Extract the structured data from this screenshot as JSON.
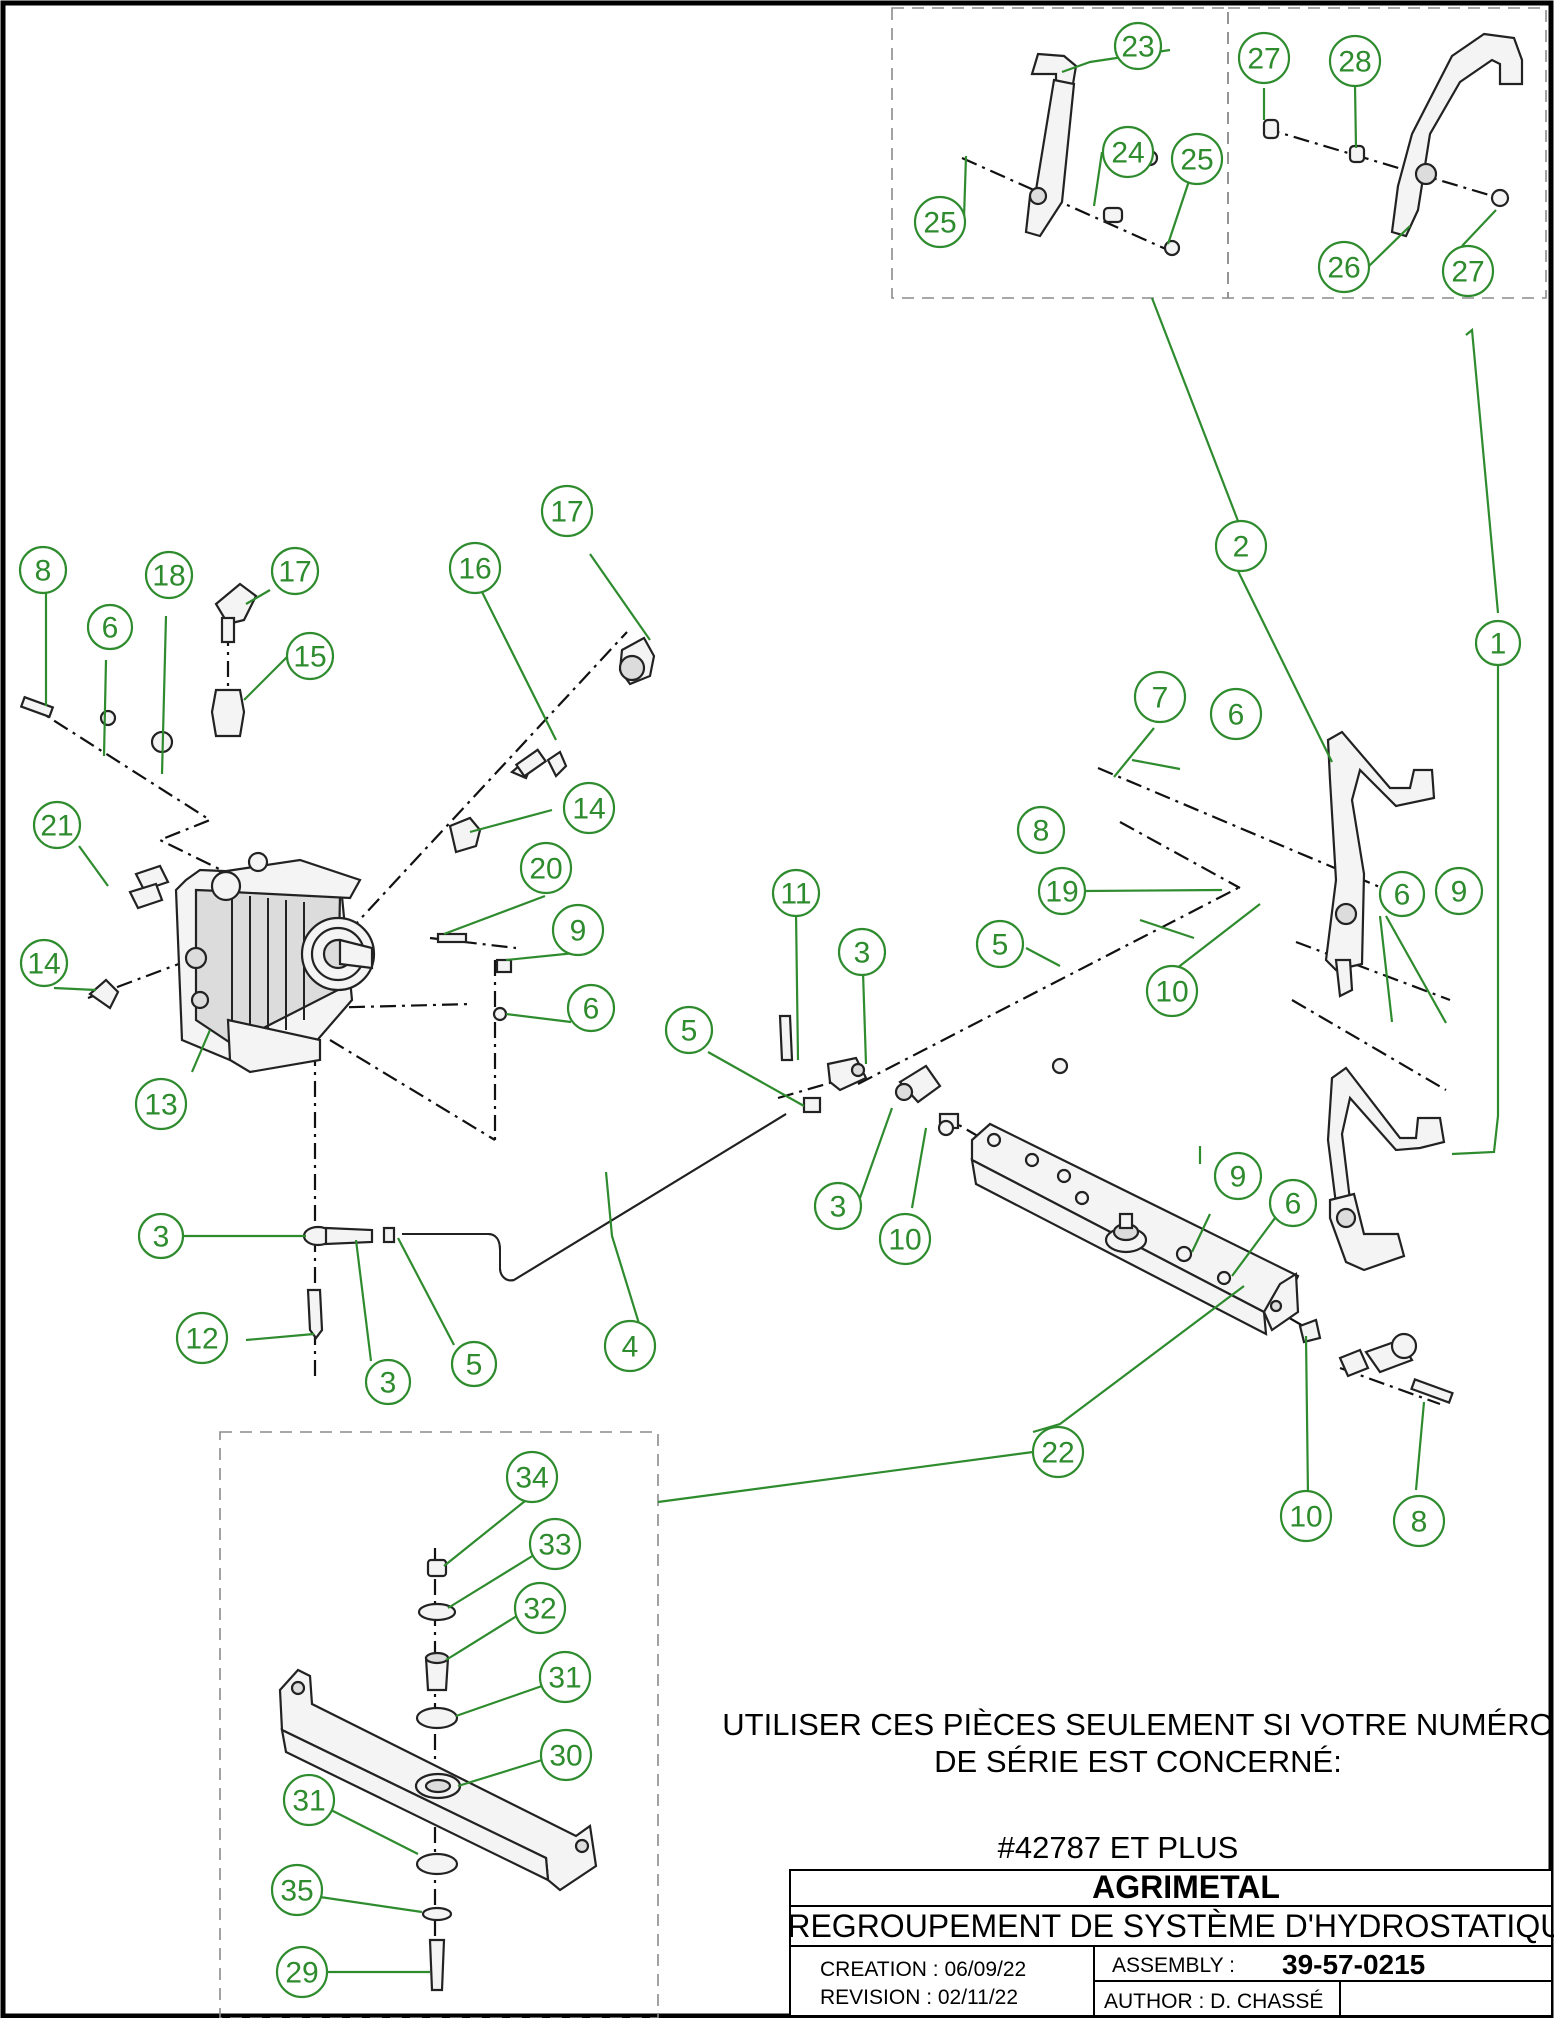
{
  "title_block": {
    "company": "AGRIMETAL",
    "description": "REGROUPEMENT DE SYSTÈME D'HYDROSTATIQUE",
    "creation": "CREATION : 06/09/22",
    "revision": "REVISION  : 02/11/22",
    "assembly_label": "ASSEMBLY :",
    "assembly_number": "39-57-0215",
    "author": "AUTHOR : D. CHASSÉ"
  },
  "note": {
    "line1": "UTILISER CES PIÈCES SEULEMENT SI VOTRE NUMÉRO",
    "line2": "DE SÉRIE EST CONCERNÉ:",
    "serial": "#42787 ET PLUS"
  },
  "balloons": [
    "1",
    "2",
    "3",
    "4",
    "5",
    "6",
    "7",
    "8",
    "9",
    "10",
    "11",
    "12",
    "13",
    "14",
    "15",
    "16",
    "17",
    "18",
    "19",
    "20",
    "21",
    "22",
    "23",
    "24",
    "25",
    "26",
    "27",
    "28",
    "29",
    "30",
    "31",
    "32",
    "33",
    "34",
    "35"
  ],
  "colors": {
    "balloon": "#2e8b2e",
    "line": "#111111",
    "dash_box": "#8c8c8c"
  }
}
